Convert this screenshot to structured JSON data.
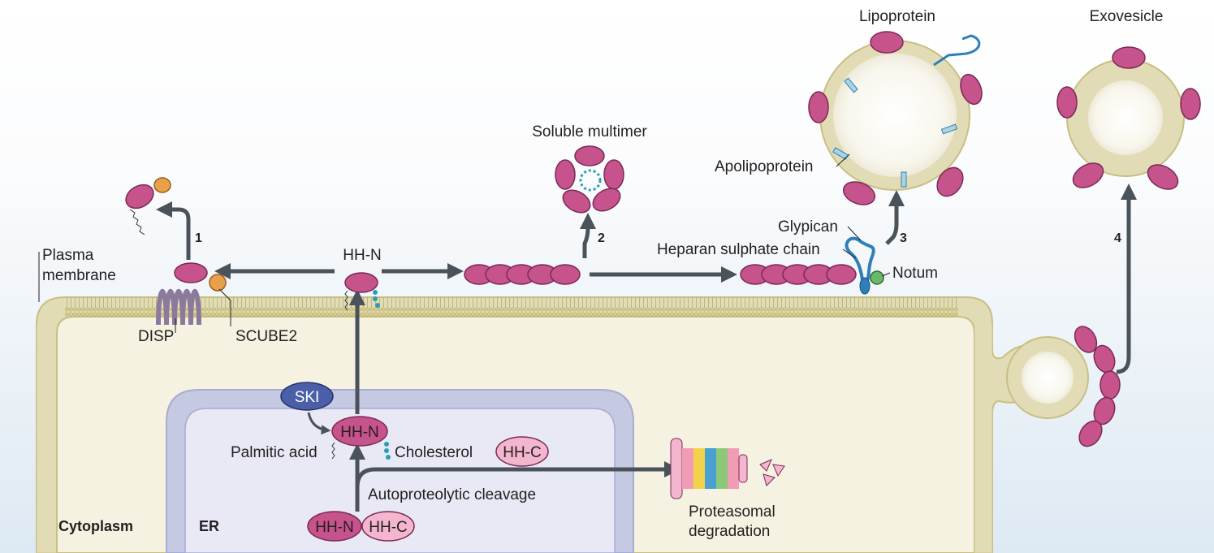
{
  "labels": {
    "lipoprotein": "Lipoprotein",
    "exovesicle": "Exovesicle",
    "soluble_multimer": "Soluble multimer",
    "apolipoprotein": "Apolipoprotein",
    "glypican": "Glypican",
    "heparan_sulphate_chain": "Heparan sulphate chain",
    "notum": "Notum",
    "plasma_membrane_line1": "Plasma",
    "plasma_membrane_line2": "membrane",
    "hh_n_top": "HH-N",
    "disp": "DISP",
    "scube2": "SCUBE2",
    "ski": "SKI",
    "hh_n_er": "HH-N",
    "palmitic_acid": "Palmitic acid",
    "cholesterol": "Cholesterol",
    "hh_c": "HH-C",
    "autoproteolytic_cleavage": "Autoproteolytic cleavage",
    "precursor_hh_n": "HH-N",
    "precursor_hh_c": "HH-C",
    "proteasomal_line1": "Proteasomal",
    "proteasomal_line2": "degradation",
    "cytoplasm": "Cytoplasm",
    "er": "ER"
  },
  "route_numbers": {
    "r1": "1",
    "r2": "2",
    "r3": "3",
    "r4": "4"
  },
  "colors": {
    "hh_protein": "#c6538c",
    "scube2": "#e8a04a",
    "ski": "#4a5fa8",
    "hh_c": "#f4b6cf",
    "membrane_head": "#cbc27a",
    "cell_fill": "#f5f2e2",
    "er_fill": "#e8e9f4",
    "arrow": "#4a5359",
    "cholesterol": "#2a9db5",
    "glypican": "#2e7fb8"
  }
}
